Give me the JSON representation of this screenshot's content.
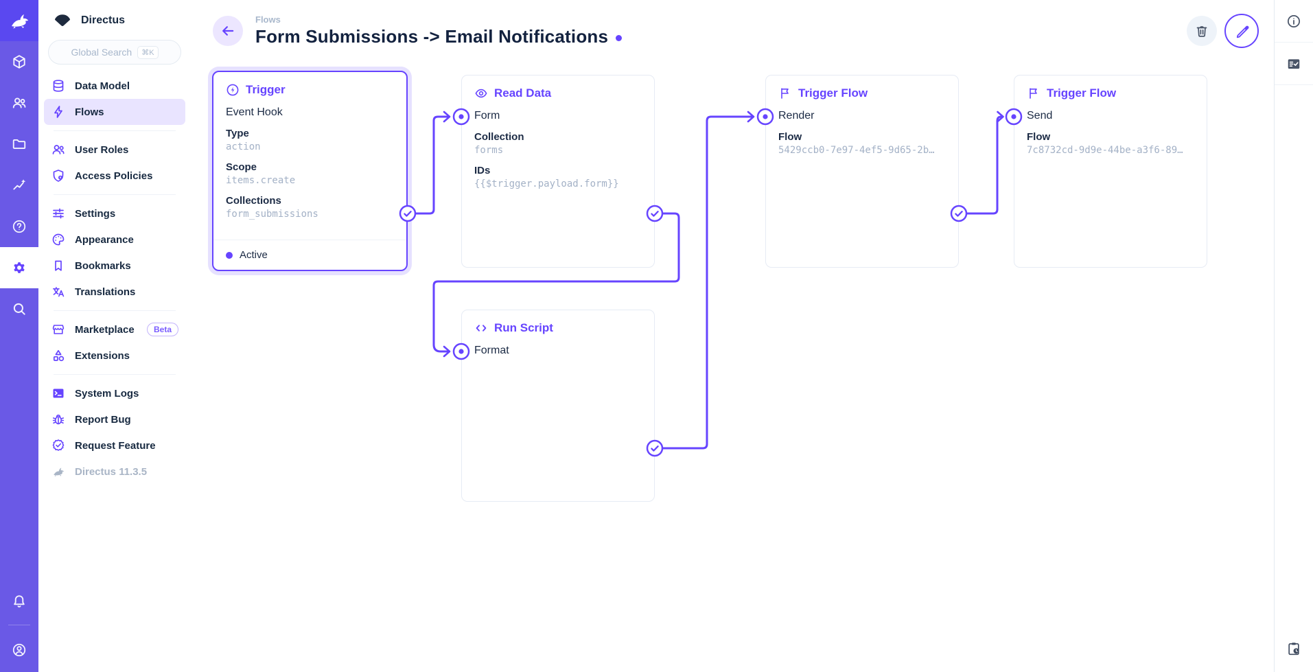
{
  "colors": {
    "accent": "#6644FF",
    "module_bar_bg": "#6A59E6",
    "logo_tile_bg": "#5A48F0",
    "selected_halo": "rgba(102,68,255,0.16)",
    "text": "#172940",
    "muted": "#A2B5CD"
  },
  "module_bar": {
    "modules": [
      {
        "icon": "box-icon"
      },
      {
        "icon": "people-icon"
      },
      {
        "icon": "folder-icon"
      },
      {
        "icon": "insights-icon"
      },
      {
        "icon": "help-icon"
      },
      {
        "icon": "settings-icon",
        "active": true
      },
      {
        "icon": "search-icon"
      }
    ],
    "bottom": [
      {
        "icon": "bell-icon"
      },
      {
        "icon": "account-icon"
      }
    ]
  },
  "sidebar": {
    "project_name": "Directus",
    "search_placeholder": "Global Search",
    "search_shortcut": "⌘K",
    "groups": [
      {
        "items": [
          {
            "label": "Data Model",
            "icon": "database-icon"
          },
          {
            "label": "Flows",
            "icon": "bolt-icon",
            "active": true
          }
        ]
      },
      {
        "items": [
          {
            "label": "User Roles",
            "icon": "people-icon"
          },
          {
            "label": "Access Policies",
            "icon": "shield-lock-icon"
          }
        ]
      },
      {
        "items": [
          {
            "label": "Settings",
            "icon": "tune-icon"
          },
          {
            "label": "Appearance",
            "icon": "palette-icon"
          },
          {
            "label": "Bookmarks",
            "icon": "bookmark-icon"
          },
          {
            "label": "Translations",
            "icon": "translate-icon"
          }
        ]
      },
      {
        "items": [
          {
            "label": "Marketplace",
            "icon": "storefront-icon",
            "badge": "Beta"
          },
          {
            "label": "Extensions",
            "icon": "category-icon"
          }
        ]
      },
      {
        "items": [
          {
            "label": "System Logs",
            "icon": "terminal-icon"
          },
          {
            "label": "Report Bug",
            "icon": "bug-icon"
          },
          {
            "label": "Request Feature",
            "icon": "seal-check-icon"
          }
        ]
      }
    ],
    "version": "Directus 11.3.5"
  },
  "header": {
    "breadcrumb": "Flows",
    "title": "Form Submissions -> Email Notifications",
    "actions": [
      {
        "icon": "trash-icon"
      },
      {
        "icon": "pencil-icon"
      }
    ]
  },
  "right_rail": {
    "top_icons": [
      {
        "icon": "info-icon"
      },
      {
        "icon": "fact-check-icon"
      }
    ],
    "bottom_icon": "clipboard-clock-icon"
  },
  "flow": {
    "nodes": [
      {
        "panel_label": "Trigger",
        "icon": "flash-circle-icon",
        "name": "Event Hook",
        "fields": [
          {
            "label": "Type",
            "value": "action"
          },
          {
            "label": "Scope",
            "value": "items.create"
          },
          {
            "label": "Collections",
            "value": "form_submissions"
          }
        ],
        "status": "Active",
        "selected": true
      },
      {
        "panel_label": "Read Data",
        "icon": "eye-icon",
        "name": "Form",
        "fields": [
          {
            "label": "Collection",
            "value": "forms"
          },
          {
            "label": "IDs",
            "value": "{{$trigger.payload.form}}"
          }
        ]
      },
      {
        "panel_label": "Trigger Flow",
        "icon": "flag-icon",
        "name": "Render",
        "fields": [
          {
            "label": "Flow",
            "value": "5429ccb0-7e97-4ef5-9d65-2b…"
          }
        ]
      },
      {
        "panel_label": "Trigger Flow",
        "icon": "flag-icon",
        "name": "Send",
        "fields": [
          {
            "label": "Flow",
            "value": "7c8732cd-9d9e-44be-a3f6-89…"
          }
        ]
      },
      {
        "panel_label": "Run Script",
        "icon": "code-icon",
        "name": "Format",
        "fields": []
      }
    ]
  }
}
